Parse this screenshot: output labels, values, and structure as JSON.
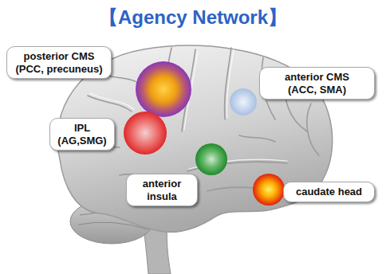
{
  "diagram": {
    "title": "【Agency Network】",
    "nodes": [
      {
        "text": [
          "posterior CMS (PCC, precuneus)"
        ]
      },
      {
        "text": [
          "anterior CMS (ACC, SMA)"
        ]
      },
      {
        "text": [
          "IPL (AG,SMG)"
        ]
      },
      {
        "text": [
          "anterior insula"
        ]
      },
      {
        "text": [
          "caudate head"
        ]
      }
    ]
  }
}
